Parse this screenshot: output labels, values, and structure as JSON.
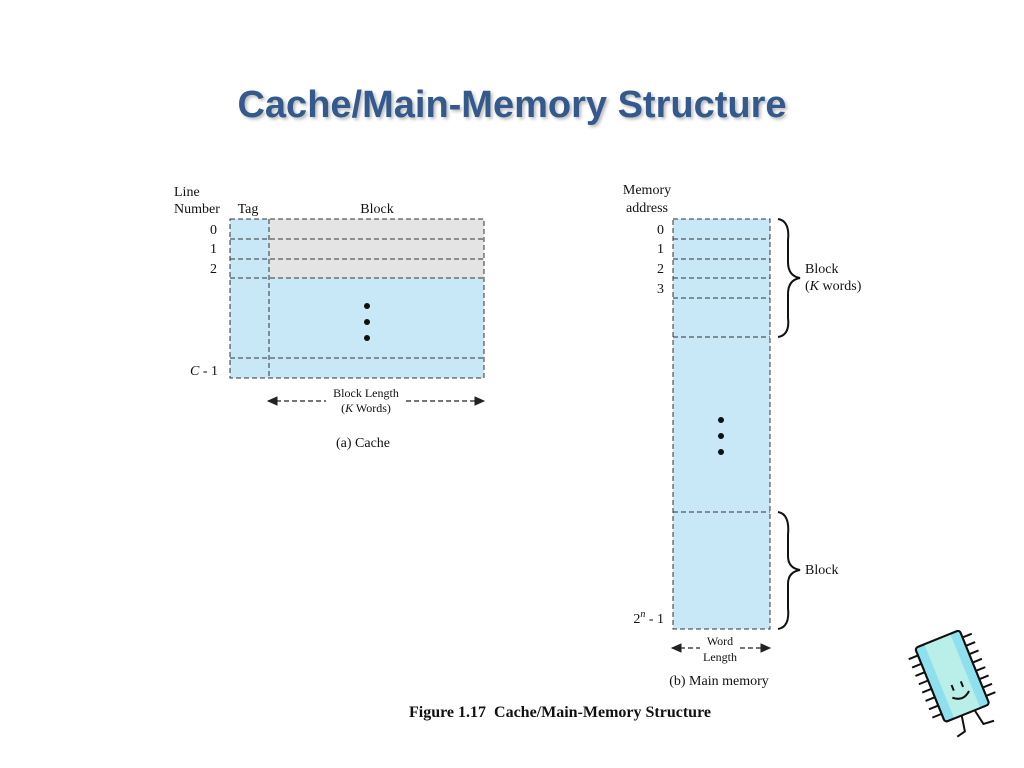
{
  "title": "Cache/Main-Memory Structure",
  "colors": {
    "title": "#34598c",
    "block_fill": "#c8e8f8",
    "line_fill": "#e4e4e4",
    "stroke": "#333333"
  },
  "cache": {
    "header_line": "Line",
    "header_number": "Number",
    "header_tag": "Tag",
    "header_block": "Block",
    "rows": [
      "0",
      "1",
      "2"
    ],
    "last_row_var": "C",
    "last_row_suffix": " - 1",
    "length_line1": "Block Length",
    "length_line2_var": "K",
    "length_line2_rest": " Words)",
    "caption": "(a) Cache"
  },
  "memory": {
    "header_line1": "Memory",
    "header_line2": "address",
    "rows": [
      "0",
      "1",
      "2",
      "3"
    ],
    "last_base": "2",
    "last_exp": "n",
    "last_suffix": " - 1",
    "brace1_line1": "Block",
    "brace1_var": "K",
    "brace1_rest": " words)",
    "brace2_label": "Block",
    "width_line1": "Word",
    "width_line2": "Length",
    "caption": "(b) Main memory"
  },
  "figure_caption": "Figure 1.17  Cache/Main-Memory Structure",
  "mascot_icon": "memory-chip-mascot-icon"
}
